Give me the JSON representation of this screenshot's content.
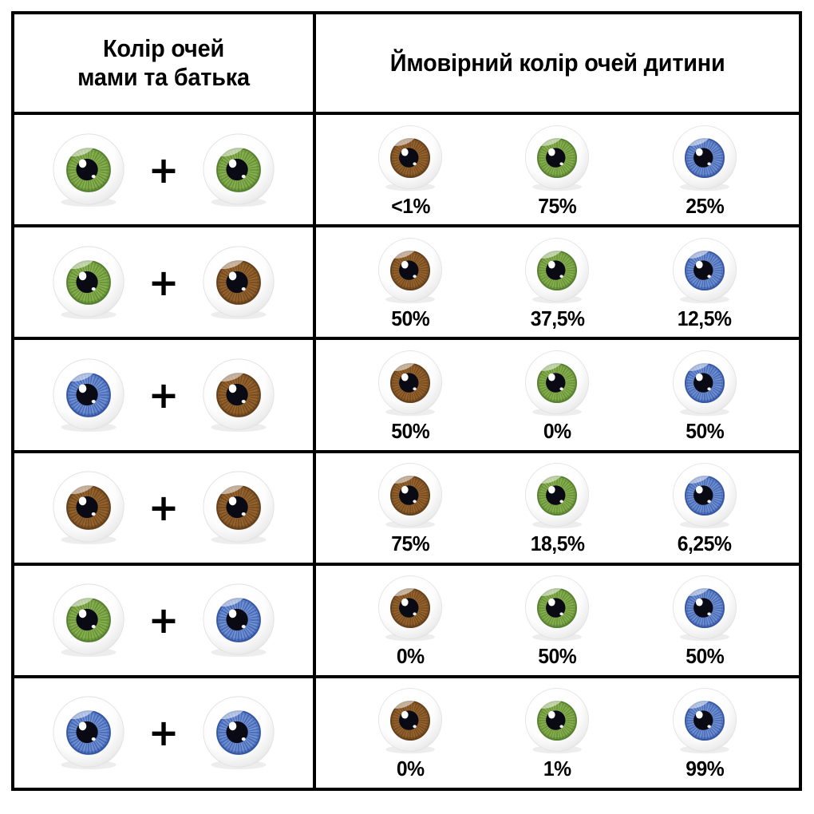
{
  "table": {
    "header": {
      "parents_label": "Колір очей\nмами та батька",
      "parents_label_line1": "Колір очей",
      "parents_label_line2": "мами та батька",
      "child_label": "Ймовірний колір очей дитини"
    },
    "plus_symbol": "+",
    "rows": [
      {
        "parents": [
          "green",
          "green"
        ],
        "children": [
          {
            "color": "brown",
            "pct": "<1%"
          },
          {
            "color": "green",
            "pct": "75%"
          },
          {
            "color": "blue",
            "pct": "25%"
          }
        ]
      },
      {
        "parents": [
          "green",
          "brown"
        ],
        "children": [
          {
            "color": "brown",
            "pct": "50%"
          },
          {
            "color": "green",
            "pct": "37,5%"
          },
          {
            "color": "blue",
            "pct": "12,5%"
          }
        ]
      },
      {
        "parents": [
          "blue",
          "brown"
        ],
        "children": [
          {
            "color": "brown",
            "pct": "50%"
          },
          {
            "color": "green",
            "pct": "0%"
          },
          {
            "color": "blue",
            "pct": "50%"
          }
        ]
      },
      {
        "parents": [
          "brown",
          "brown"
        ],
        "children": [
          {
            "color": "brown",
            "pct": "75%"
          },
          {
            "color": "green",
            "pct": "18,5%"
          },
          {
            "color": "blue",
            "pct": "6,25%"
          }
        ]
      },
      {
        "parents": [
          "green",
          "blue"
        ],
        "children": [
          {
            "color": "brown",
            "pct": "0%"
          },
          {
            "color": "green",
            "pct": "50%"
          },
          {
            "color": "blue",
            "pct": "50%"
          }
        ]
      },
      {
        "parents": [
          "blue",
          "blue"
        ],
        "children": [
          {
            "color": "brown",
            "pct": "0%"
          },
          {
            "color": "green",
            "pct": "1%"
          },
          {
            "color": "blue",
            "pct": "99%"
          }
        ]
      }
    ]
  },
  "icon_names": {
    "green": "green-eye-icon",
    "brown": "brown-eye-icon",
    "blue": "blue-eye-icon",
    "plus": "plus-icon"
  },
  "colors": {
    "border": "#000000",
    "background": "#ffffff",
    "text": "#000000",
    "sclera": "#fdfdfd",
    "sclera_shade": "#dcdcdc",
    "pupil": "#0a0a14",
    "highlight": "#ffffff",
    "iris_green_mid": "#7ca544",
    "iris_green_light": "#9dc169",
    "iris_green_dark": "#4f7a2a",
    "iris_brown_mid": "#8a5a28",
    "iris_brown_light": "#a9773c",
    "iris_brown_dark": "#5d3a16",
    "iris_blue_mid": "#5f80c8",
    "iris_blue_light": "#93b2e0",
    "iris_blue_dark": "#2e4f9e"
  }
}
